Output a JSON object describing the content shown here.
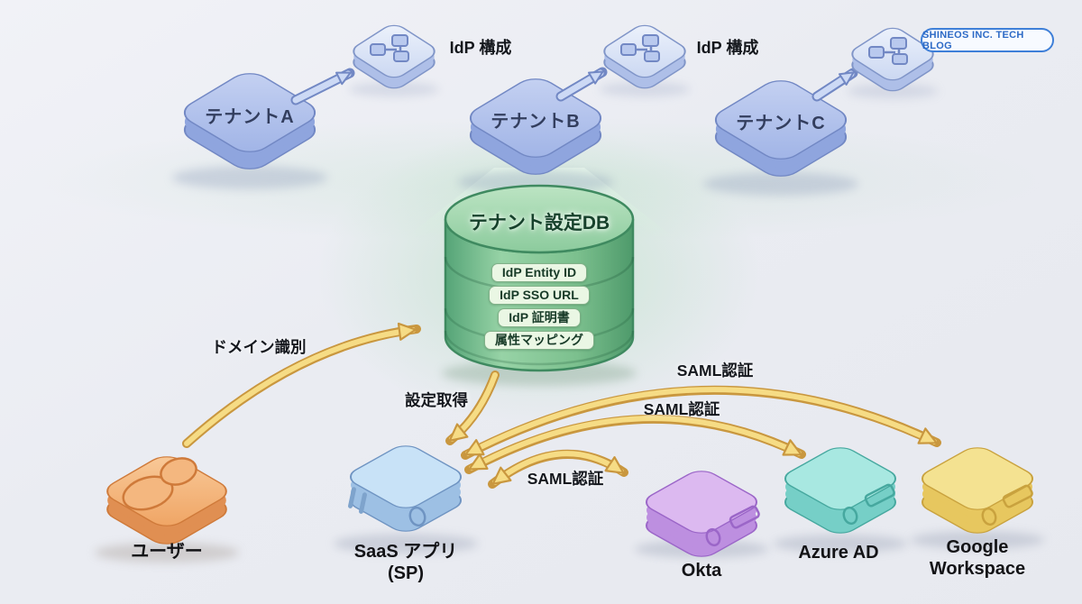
{
  "badge": {
    "label": "SHINEOS INC. TECH BLOG"
  },
  "tenants": [
    {
      "name": "テナントA",
      "idp_label": "IdP 構成"
    },
    {
      "name": "テナントB",
      "idp_label": "IdP 構成"
    },
    {
      "name": "テナントC"
    }
  ],
  "database": {
    "title": "テナント設定DB",
    "fields": [
      "IdP Entity ID",
      "IdP SSO URL",
      "IdP 証明書",
      "属性マッピング"
    ]
  },
  "actors": {
    "user": {
      "label": "ユーザー"
    },
    "saas": {
      "label_line1": "SaaS アプリ",
      "label_line2": "(SP)"
    },
    "idps": [
      {
        "label": "Okta"
      },
      {
        "label": "Azure AD"
      },
      {
        "label_line1": "Google",
        "label_line2": "Workspace"
      }
    ]
  },
  "flows": [
    {
      "id": "domain-identification",
      "label": "ドメイン識別"
    },
    {
      "id": "config-fetch",
      "label": "設定取得"
    },
    {
      "id": "saml-auth-google",
      "label": "SAML認証"
    },
    {
      "id": "saml-auth-azure",
      "label": "SAML認証"
    },
    {
      "id": "saml-auth-okta",
      "label": "SAML認証"
    }
  ],
  "colors": {
    "background": "#eaecf2",
    "tenant_tile": "#aebce9",
    "idp_config_tile": "#dde6f7",
    "database_green": "#7dc293",
    "db_field_pill": "#eaf7e4",
    "user_orange": "#f3b278",
    "saas_blue": "#c4def4",
    "okta_purple": "#d6b0ec",
    "azure_teal": "#9ce2da",
    "google_yellow": "#f2dd87",
    "flow_arrow_gold": "#f6dc85",
    "flow_arrow_outline": "#c9973f",
    "badge_blue": "#2d6ac6"
  }
}
